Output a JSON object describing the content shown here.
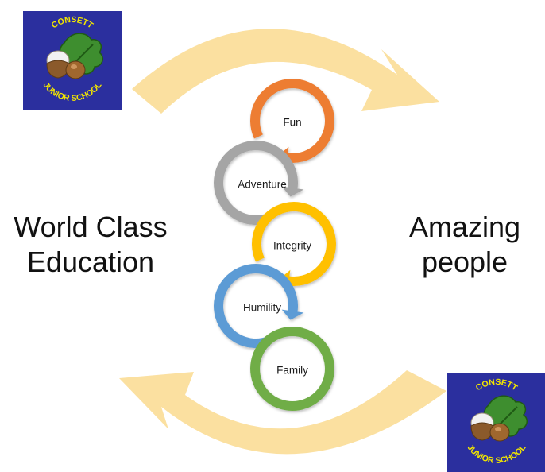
{
  "left_statement": {
    "line1": "World Class",
    "line2": "Education"
  },
  "right_statement": {
    "line1": "Amazing",
    "line2": "people"
  },
  "values": [
    {
      "label": "Fun",
      "color": "#ED7D31"
    },
    {
      "label": "Adventure",
      "color": "#A5A5A5"
    },
    {
      "label": "Integrity",
      "color": "#FFC000"
    },
    {
      "label": "Humility",
      "color": "#5B9BD5"
    },
    {
      "label": "Family",
      "color": "#70AD47"
    }
  ],
  "badge": {
    "top_text": "CONSETT",
    "bottom_text": "JUNIOR SCHOOL",
    "background_color": "#2B2F9E",
    "text_color": "#F2E600"
  },
  "cycle_arrow_color": "#FBE0A0"
}
